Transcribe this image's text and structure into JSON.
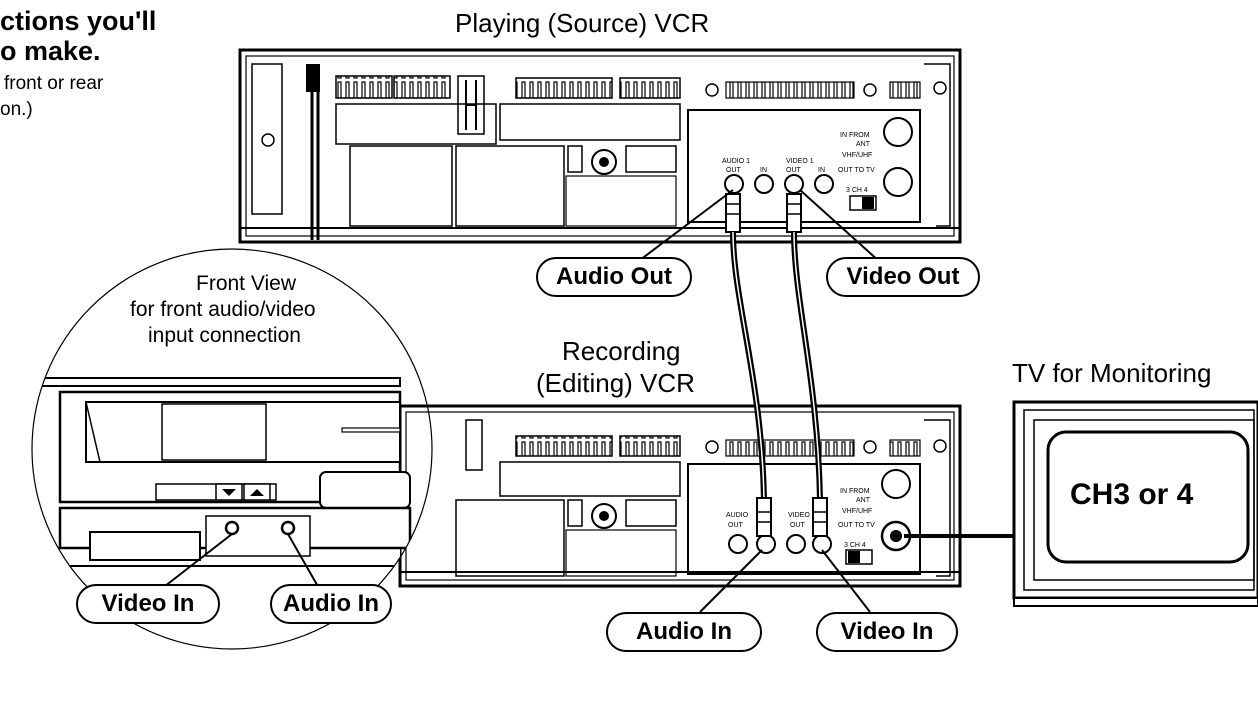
{
  "header": {
    "line1": "ctions you'll",
    "line2": "o make.",
    "line3": "front or rear",
    "line4": "on.)"
  },
  "source_vcr": {
    "title": "Playing (Source) VCR",
    "labels": {
      "audio": "AUDIO 1",
      "video": "VIDEO 1",
      "out": "OUT",
      "in": "IN",
      "in_from": "IN FROM",
      "ant": "ANT",
      "vhf": "VHF/UHF",
      "out_to_tv": "OUT TO TV",
      "ch": "3  CH  4"
    }
  },
  "recording_vcr": {
    "title_line1": "Recording",
    "title_line2": "(Editing) VCR",
    "labels": {
      "audio": "AUDIO",
      "video": "VIDEO",
      "out": "OUT",
      "in_from": "IN FROM",
      "ant": "ANT",
      "vhf": "VHF/UHF",
      "out_to_tv": "OUT TO TV",
      "ch": "3  CH  4"
    }
  },
  "callouts": {
    "audio_out": "Audio Out",
    "video_out": "Video Out",
    "audio_in": "Audio In",
    "video_in": "Video In"
  },
  "front_view": {
    "line1": "Front View",
    "line2": "for front audio/video",
    "line3": "input connection",
    "video_in": "Video In",
    "audio_in": "Audio In"
  },
  "tv": {
    "title": "TV for Monitoring",
    "screen_text": "CH3 or 4"
  }
}
